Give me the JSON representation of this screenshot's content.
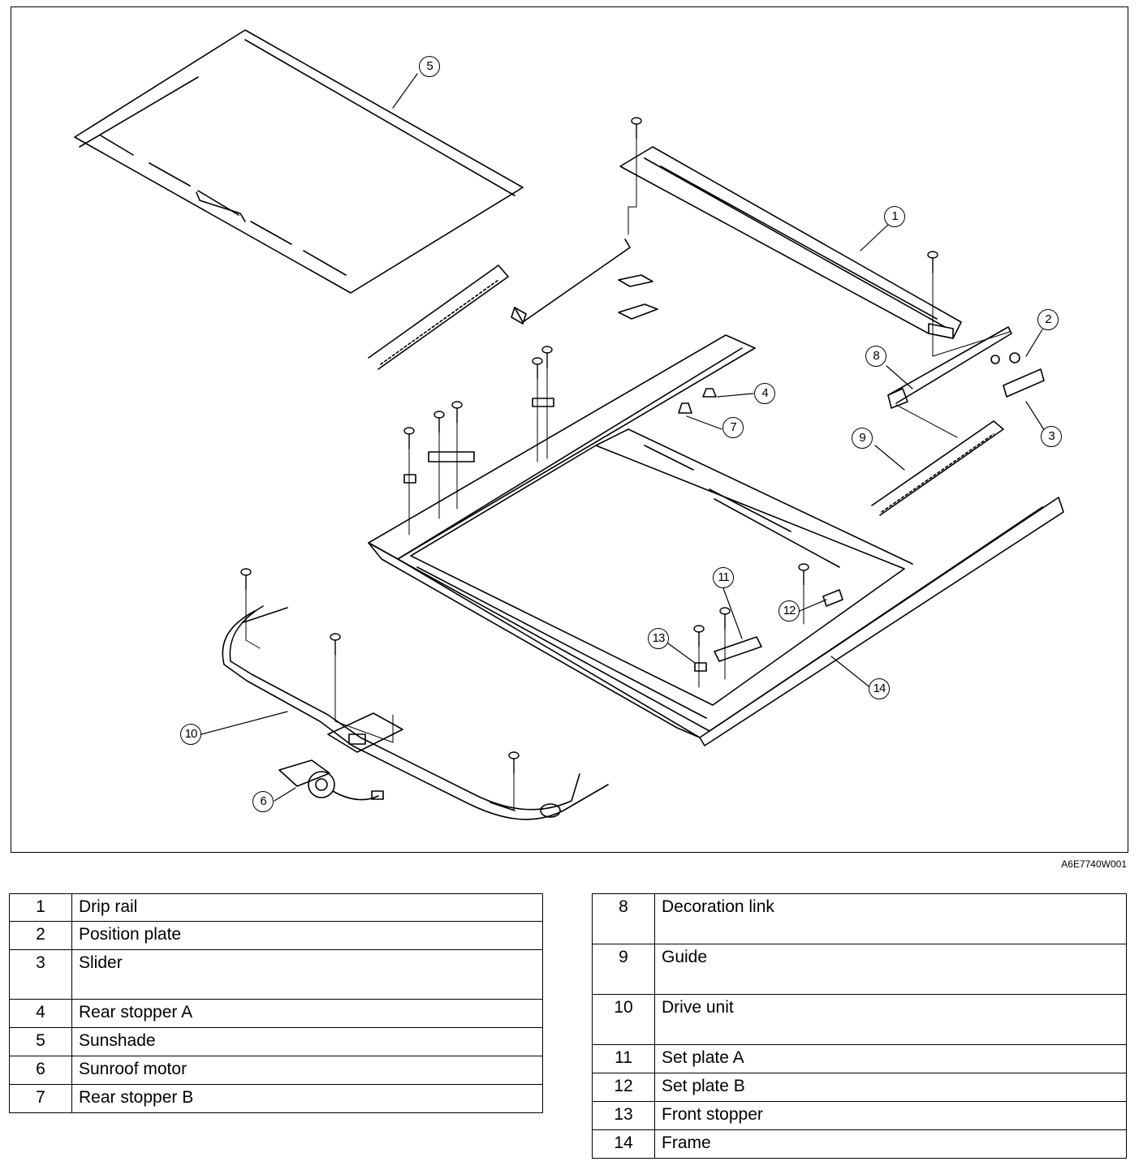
{
  "figure": {
    "code": "A6E7740W001",
    "callouts": [
      "1",
      "2",
      "3",
      "4",
      "5",
      "6",
      "7",
      "8",
      "9",
      "10",
      "11",
      "12",
      "13",
      "14"
    ]
  },
  "legend": {
    "left": [
      {
        "num": "1",
        "name": "Drip rail"
      },
      {
        "num": "2",
        "name": "Position plate"
      },
      {
        "num": "3",
        "name": "Slider"
      },
      {
        "num": "4",
        "name": "Rear stopper A"
      },
      {
        "num": "5",
        "name": "Sunshade"
      },
      {
        "num": "6",
        "name": "Sunroof motor"
      },
      {
        "num": "7",
        "name": "Rear stopper B"
      }
    ],
    "right": [
      {
        "num": "8",
        "name": "Decoration link"
      },
      {
        "num": "9",
        "name": "Guide"
      },
      {
        "num": "10",
        "name": "Drive unit"
      },
      {
        "num": "11",
        "name": "Set plate A"
      },
      {
        "num": "12",
        "name": "Set plate B"
      },
      {
        "num": "13",
        "name": "Front stopper"
      },
      {
        "num": "14",
        "name": "Frame"
      }
    ]
  }
}
